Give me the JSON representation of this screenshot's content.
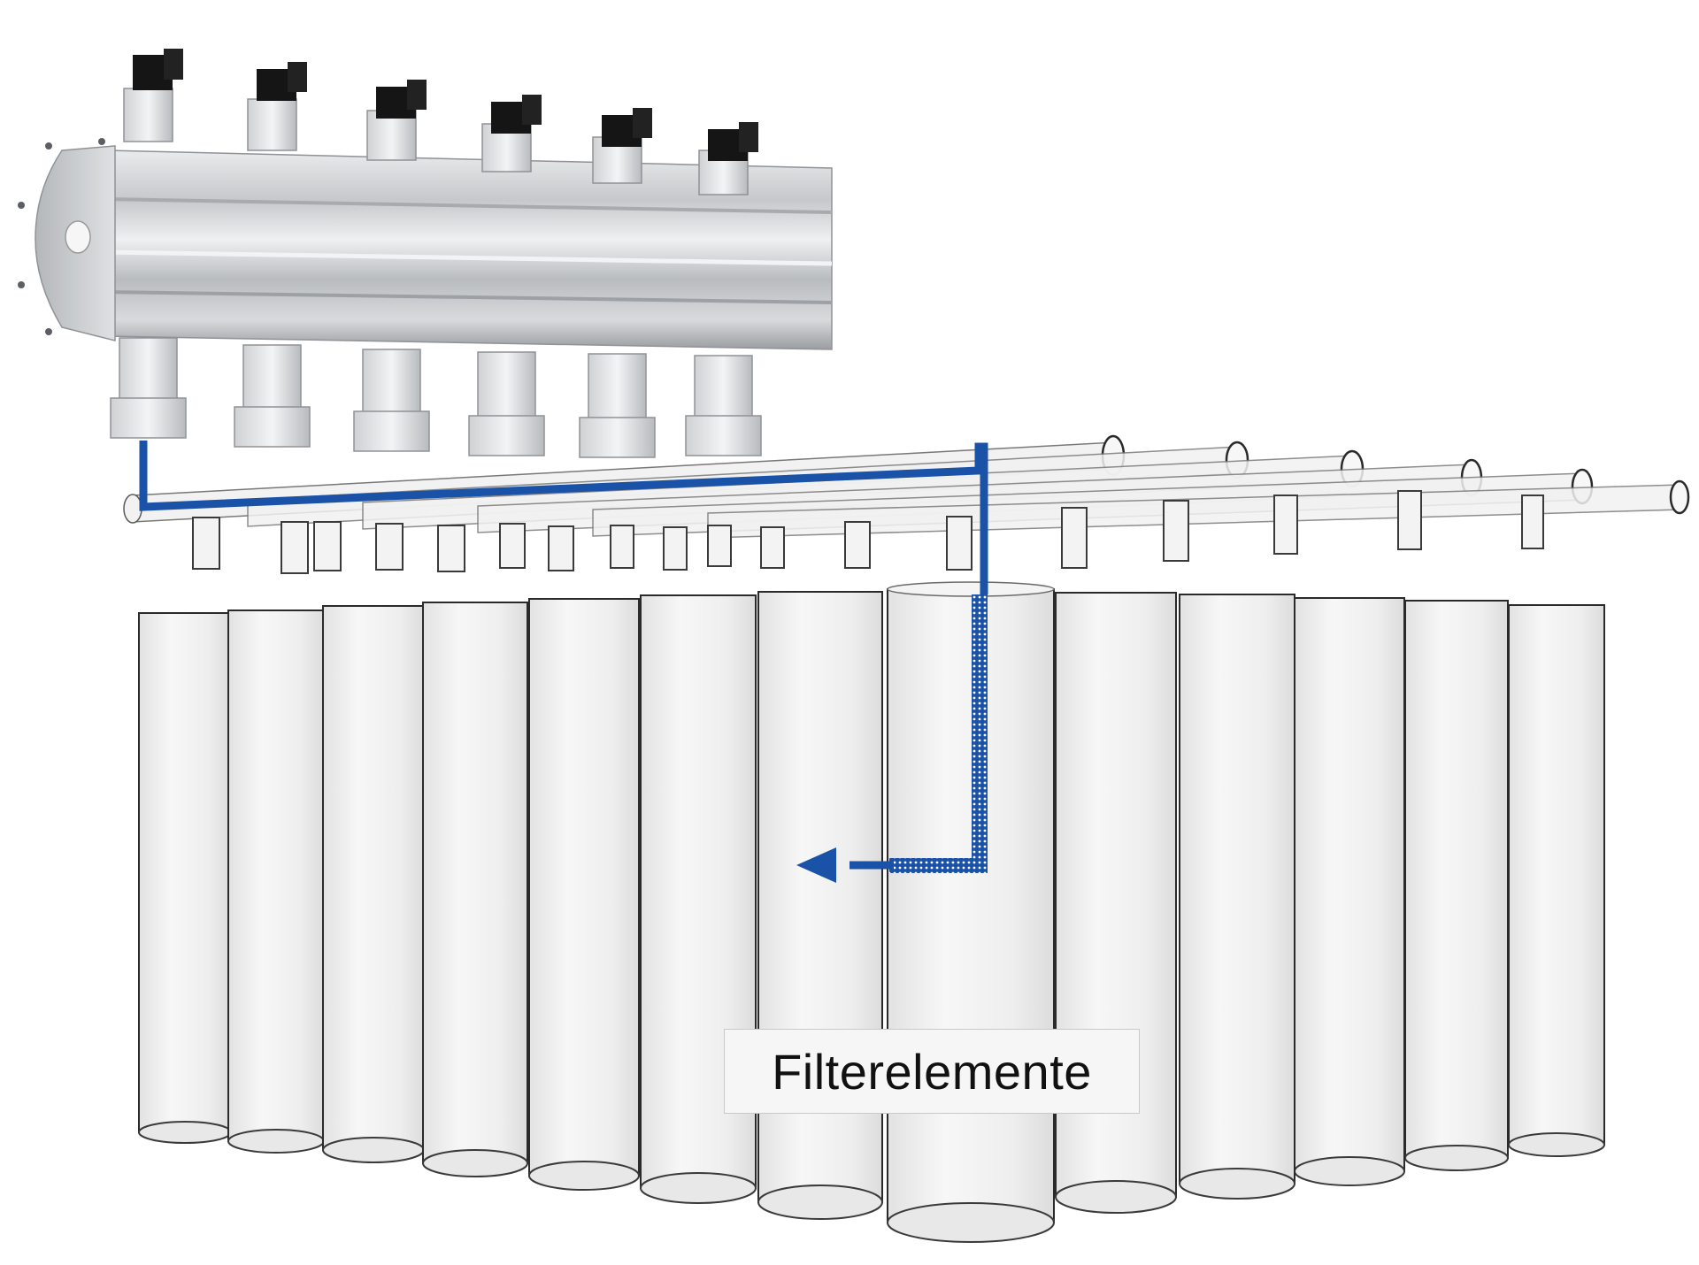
{
  "diagram": {
    "label": "Filterelemente",
    "colors": {
      "flow_line": "#1a52a8",
      "manifold_body": "#c9cbce",
      "manifold_highlight": "#eceeef",
      "manifold_shadow": "#8f9296",
      "solenoid_coil": "#151515",
      "filter_tube_fill": "#efefef",
      "filter_tube_outline": "#2a2a2a",
      "label_background": "#f6f6f6",
      "label_border": "#c9c9c9"
    },
    "icons": [
      "solenoid-valve-icon",
      "arrow-left-icon"
    ],
    "valve_count": 6,
    "filter_element_count": 13,
    "blowpipe_count": 6
  }
}
